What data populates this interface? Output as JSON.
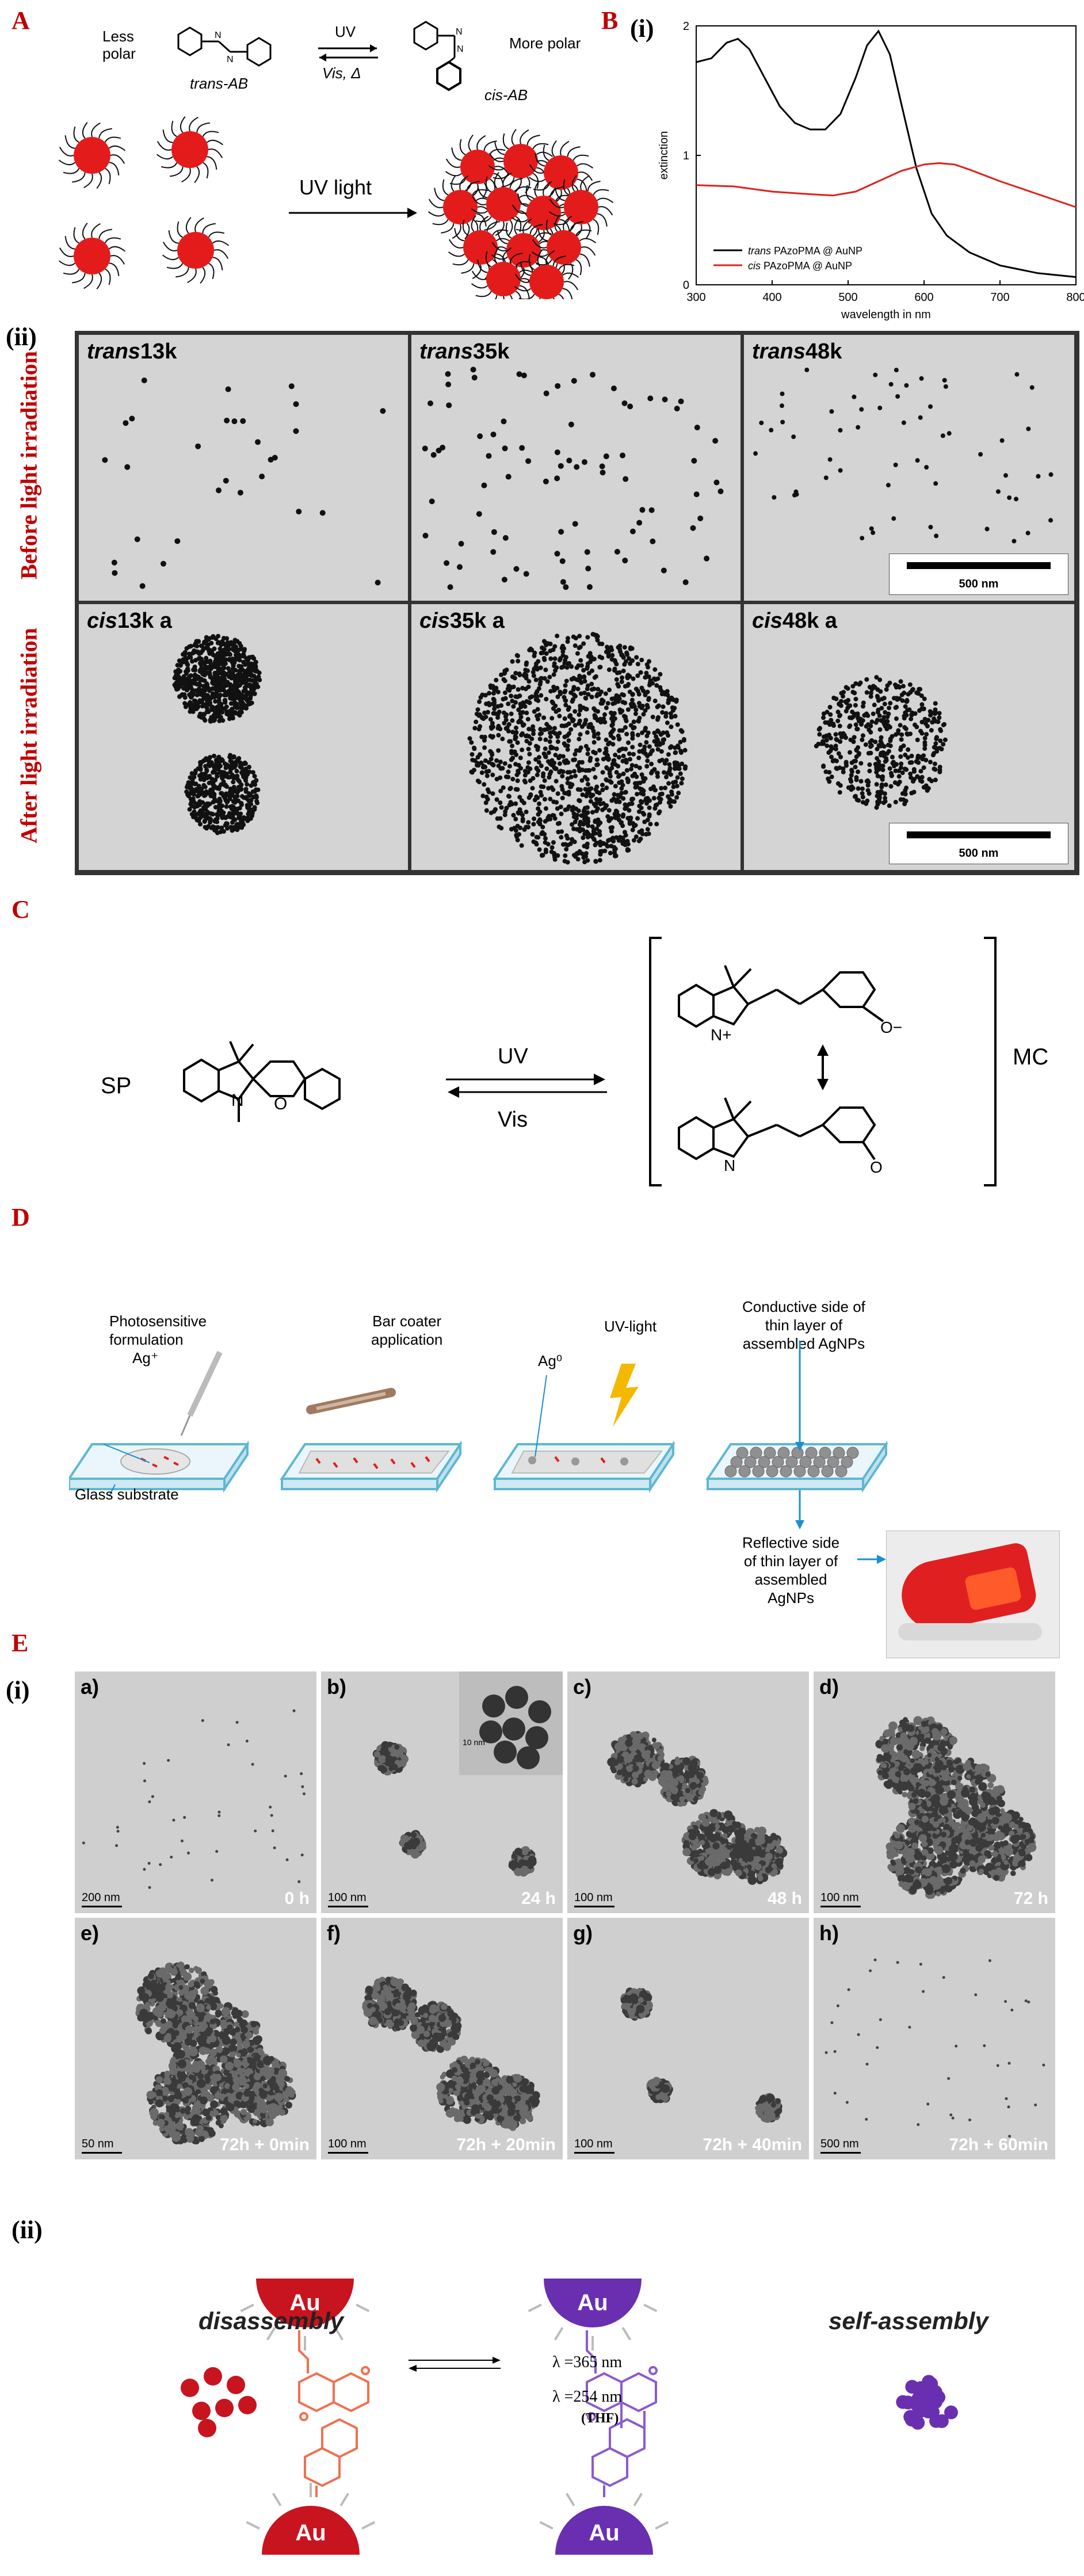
{
  "panelA": {
    "label": "A",
    "less_polar": [
      "Less",
      "polar"
    ],
    "more_polar": "More polar",
    "trans_ab": "trans-AB",
    "cis_ab": "cis-AB",
    "uv": "UV",
    "vis": "Vis, Δ",
    "uv_light": "UV light",
    "colors": {
      "np": "#e41b1b",
      "ligand": "#111111"
    }
  },
  "panelB": {
    "label": "B",
    "sub_i": "(i)",
    "sub_ii": "(ii)",
    "chart_data": {
      "type": "line",
      "xlabel": "wavelength in nm",
      "ylabel": "extinction",
      "xlim": [
        300,
        800
      ],
      "ylim": [
        0,
        2
      ],
      "xticks": [
        "300",
        "400",
        "500",
        "600",
        "700",
        "800"
      ],
      "yticks": [
        "0",
        "1",
        "2"
      ],
      "series": [
        {
          "name": "trans PAzoPMA @ AuNP",
          "color": "#000000",
          "x": [
            300,
            320,
            340,
            355,
            370,
            390,
            410,
            430,
            450,
            470,
            490,
            510,
            525,
            540,
            555,
            570,
            590,
            610,
            630,
            660,
            700,
            750,
            800
          ],
          "y": [
            1.72,
            1.75,
            1.87,
            1.9,
            1.82,
            1.6,
            1.38,
            1.25,
            1.2,
            1.2,
            1.32,
            1.6,
            1.85,
            1.96,
            1.78,
            1.4,
            0.9,
            0.55,
            0.38,
            0.25,
            0.15,
            0.09,
            0.06
          ]
        },
        {
          "name": "cis PAzoPMA @ AuNP",
          "color": "#e0201b",
          "x": [
            300,
            350,
            400,
            450,
            480,
            510,
            540,
            570,
            600,
            620,
            640,
            660,
            700,
            750,
            800
          ],
          "y": [
            0.77,
            0.76,
            0.72,
            0.7,
            0.69,
            0.72,
            0.8,
            0.88,
            0.93,
            0.94,
            0.93,
            0.89,
            0.8,
            0.7,
            0.6
          ]
        }
      ],
      "legend_prefix": [
        "trans",
        "cis"
      ],
      "legend_suffix": " PAzoPMA @ AuNP",
      "legend": "bottom-left"
    },
    "before_label": "Before light irradiation",
    "after_label": "After light irradiation",
    "tem_top": [
      "13k",
      "35k",
      "48k"
    ],
    "tem_top_prefix": "trans",
    "tem_bottom": [
      "13k a",
      "35k a",
      "48k a"
    ],
    "tem_bottom_prefix": "cis",
    "scalebar": "500 nm"
  },
  "panelC": {
    "label": "C",
    "sp": "SP",
    "mc": "MC",
    "uv": "UV",
    "vis": "Vis",
    "atoms": {
      "n": "N",
      "o": "O",
      "nplus": "N+",
      "ominus": "O−"
    }
  },
  "panelD": {
    "label": "D",
    "photosensitive": [
      "Photosensitive",
      "formulation",
      "Ag⁺"
    ],
    "bar_coater": [
      "Bar coater",
      "application"
    ],
    "ag0": "Ag⁰",
    "uv_light": "UV-light",
    "conductive": [
      "Conductive side of",
      "thin layer of",
      "assembled AgNPs"
    ],
    "glass": "Glass substrate",
    "reflective": [
      "Reflective side",
      "of thin layer of",
      "assembled",
      "AgNPs"
    ],
    "colors": {
      "slab": "#5fb7d2",
      "arrow": "#1a8fd1"
    }
  },
  "panelE": {
    "label": "E",
    "sub_i": "(i)",
    "sub_ii": "(ii)",
    "tiles": [
      {
        "tl": "a)",
        "tr": "0 h",
        "sb": "200 nm"
      },
      {
        "tl": "b)",
        "tr": "24 h",
        "sb": "100 nm"
      },
      {
        "tl": "c)",
        "tr": "48 h",
        "sb": "100 nm"
      },
      {
        "tl": "d)",
        "tr": "72 h",
        "sb": "100 nm"
      },
      {
        "tl": "e)",
        "tr": "72h + 0min",
        "sb": "50 nm"
      },
      {
        "tl": "f)",
        "tr": "72h + 20min",
        "sb": "100 nm"
      },
      {
        "tl": "g)",
        "tr": "72h + 40min",
        "sb": "100 nm"
      },
      {
        "tl": "h)",
        "tr": "72h + 60min",
        "sb": "500 nm"
      }
    ],
    "inset_scale": "10 nm",
    "disassembly": "disassembly",
    "self_assembly": "self-assembly",
    "lambda1": "λ =365 nm",
    "lambda2": "λ =254 nm",
    "thf": "(THF)",
    "au": "Au",
    "colors": {
      "red_au": "#c8141e",
      "purple_au": "#6a2fb0",
      "orange": "#f07050",
      "violet": "#8a5ad0"
    }
  }
}
